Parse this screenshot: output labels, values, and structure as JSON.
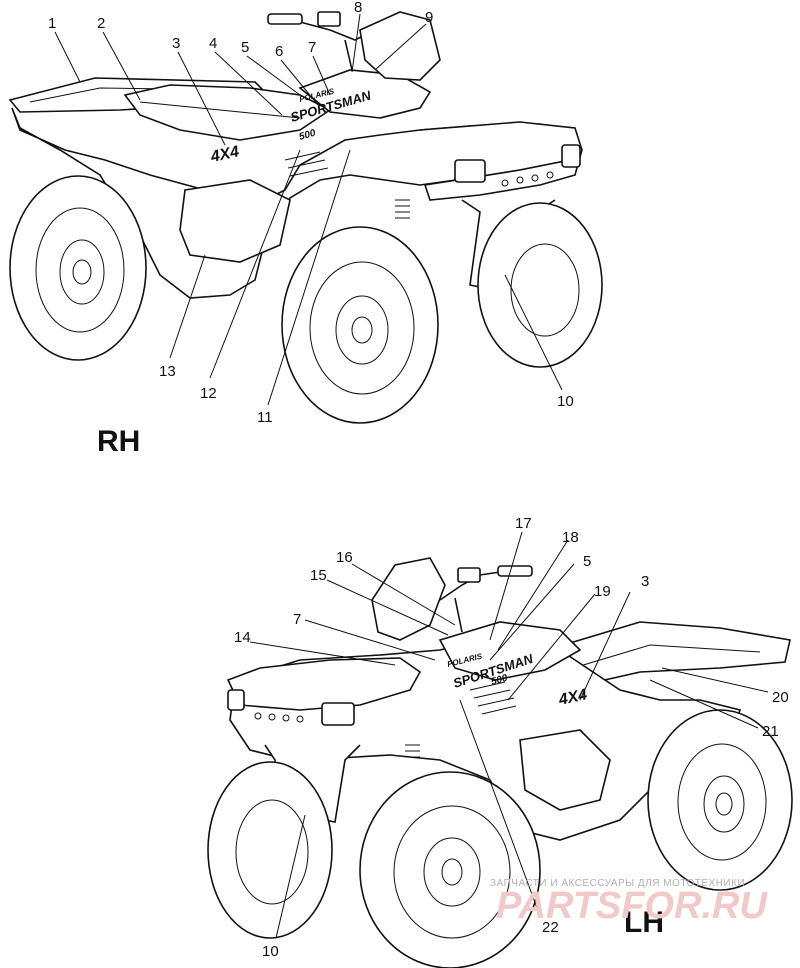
{
  "views": {
    "rh": {
      "label": "RH"
    },
    "lh": {
      "label": "LH"
    }
  },
  "decals": {
    "brand": "POLARIS",
    "model": "SPORTSMAN",
    "displacement": "500",
    "drive": "4X4"
  },
  "callouts": {
    "rh": [
      "1",
      "2",
      "3",
      "4",
      "5",
      "6",
      "7",
      "8",
      "9",
      "10",
      "11",
      "12",
      "13"
    ],
    "lh": [
      "17",
      "18",
      "16",
      "5",
      "15",
      "19",
      "3",
      "7",
      "14",
      "20",
      "21",
      "22",
      "10"
    ]
  },
  "watermark": {
    "line1": "ЗАПЧАСТИ И АКСЕССУАРЫ ДЛЯ МОТОТЕХНИКИ",
    "line2": "PARTSFOR.RU"
  }
}
